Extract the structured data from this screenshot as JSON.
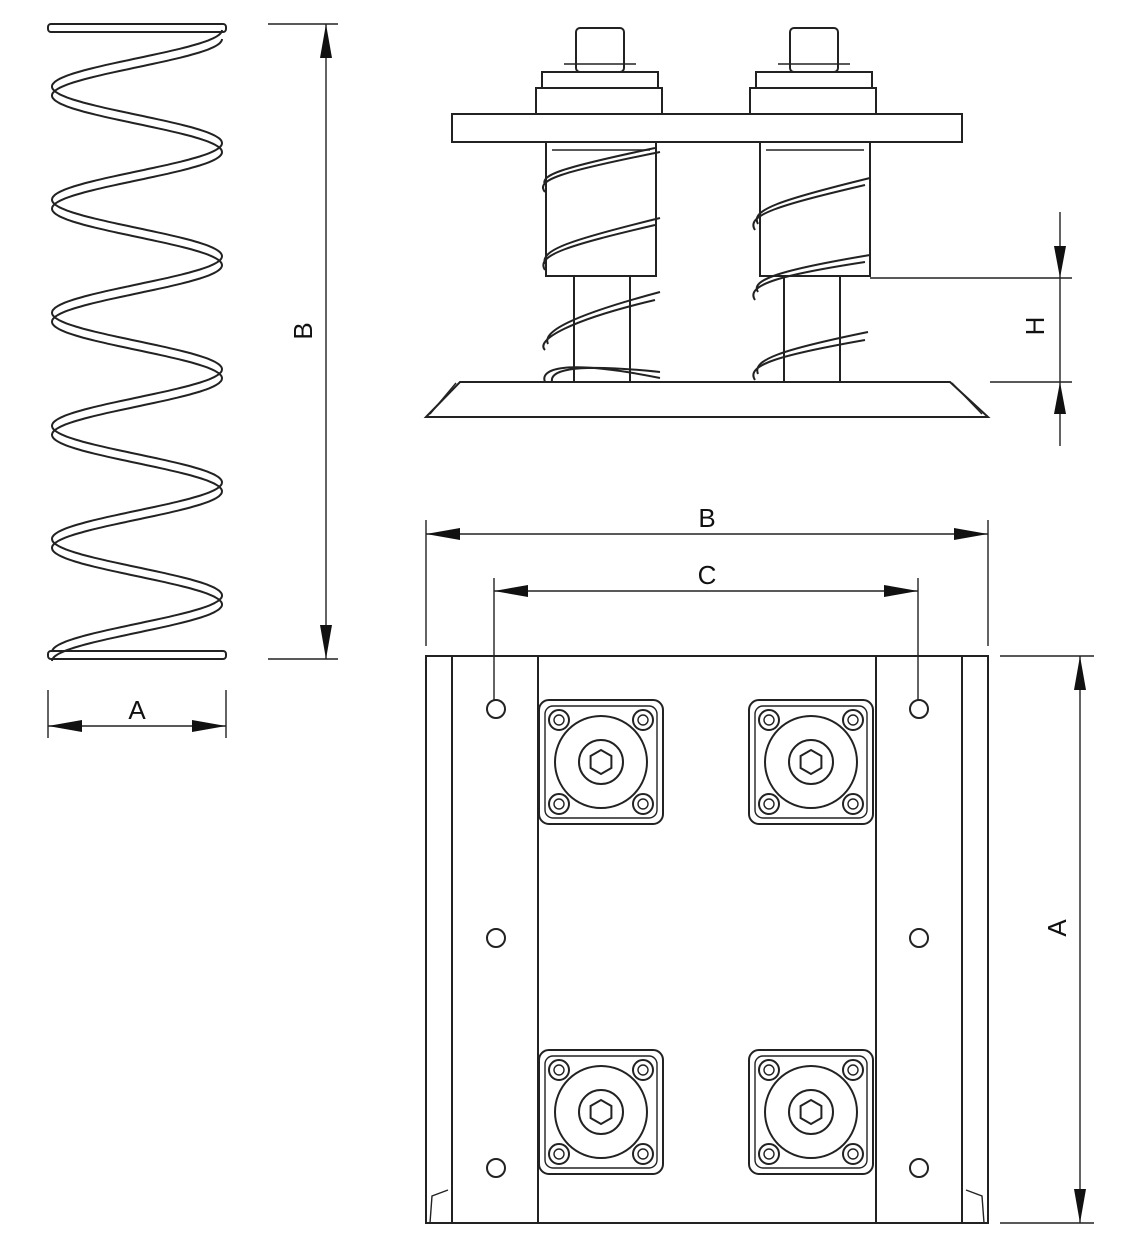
{
  "spring_view": {
    "label_width": "A",
    "label_height": "B"
  },
  "side_view": {
    "label_spring_stroke": "H"
  },
  "plan_view": {
    "label_width": "B",
    "label_hole_spacing": "C",
    "label_length": "A"
  }
}
